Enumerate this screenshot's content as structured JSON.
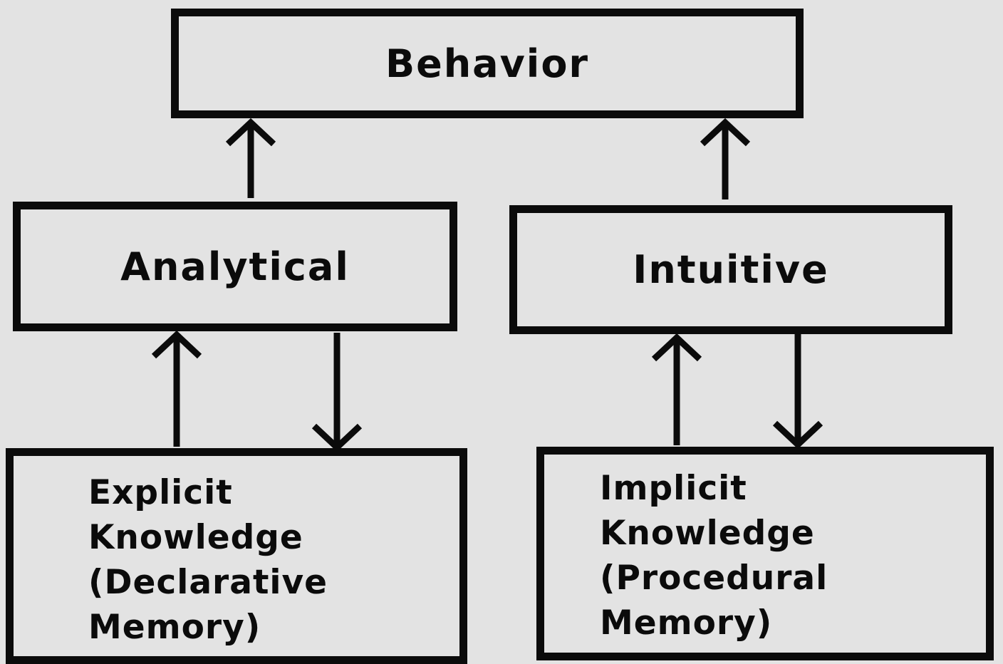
{
  "diagram": {
    "nodes": {
      "behavior": {
        "label": "Behavior"
      },
      "analytical": {
        "label": "Analytical"
      },
      "intuitive": {
        "label": "Intuitive"
      },
      "explicit": {
        "lines": [
          "Explicit",
          "Knowledge",
          "(Declarative",
          "Memory)"
        ]
      },
      "implicit": {
        "lines": [
          "Implicit",
          "Knowledge",
          "(Procedural",
          "Memory)"
        ]
      }
    },
    "edges": [
      {
        "from": "analytical",
        "to": "behavior"
      },
      {
        "from": "intuitive",
        "to": "behavior"
      },
      {
        "from": "explicit",
        "to": "analytical"
      },
      {
        "from": "analytical",
        "to": "explicit"
      },
      {
        "from": "implicit",
        "to": "intuitive"
      },
      {
        "from": "intuitive",
        "to": "implicit"
      }
    ],
    "colors": {
      "background": "#e3e3e3",
      "stroke": "#0b0b0b"
    }
  }
}
